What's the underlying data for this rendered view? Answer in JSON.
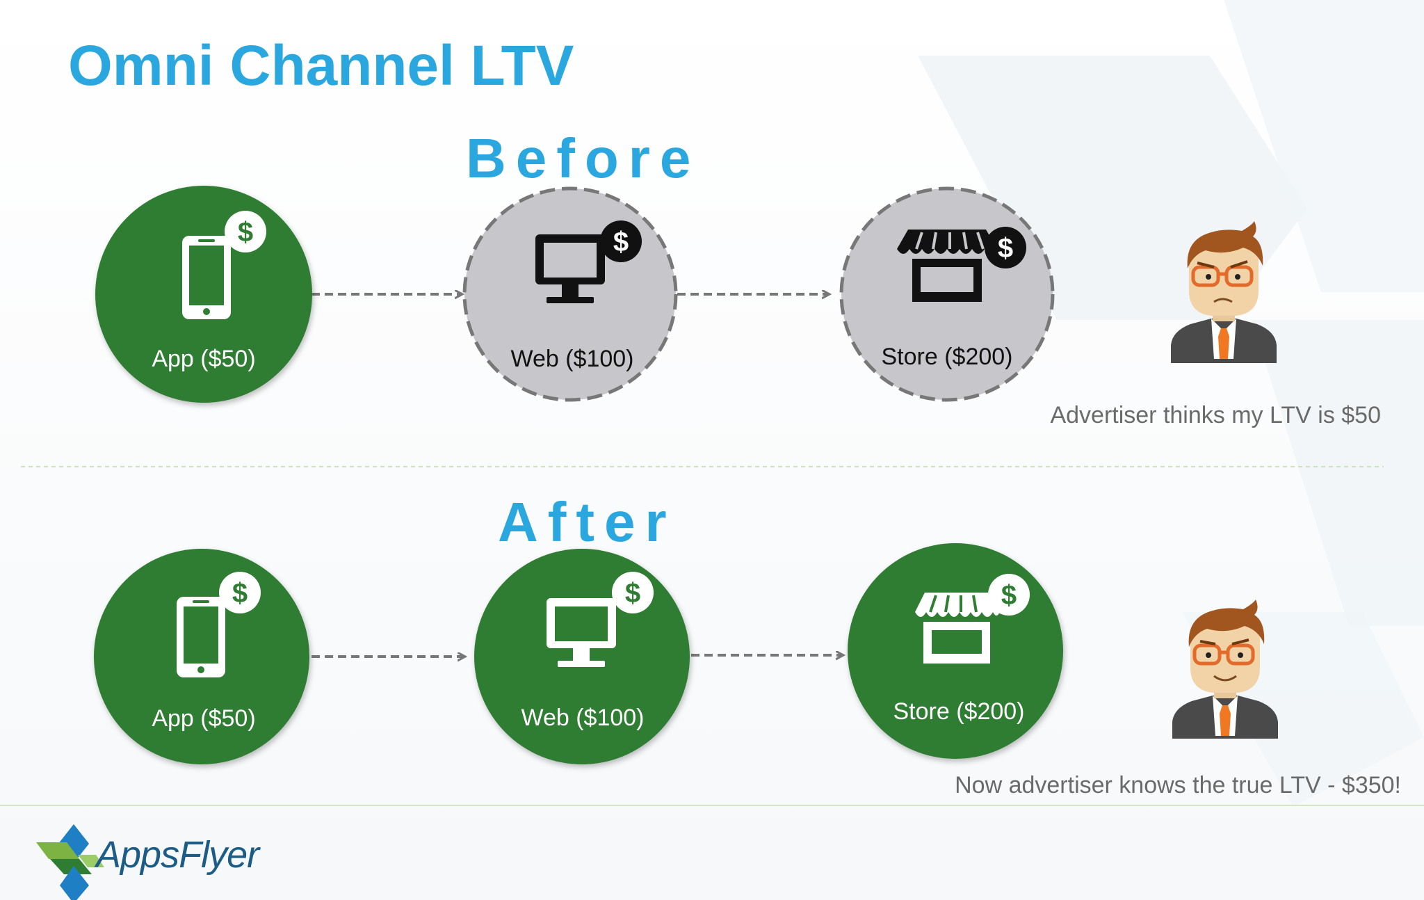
{
  "title": "Omni Channel LTV",
  "colors": {
    "accent": "#2aa7df",
    "green": "#2e7d32",
    "gray_node": "#c7c7cb",
    "caption": "#6a6a6a"
  },
  "before": {
    "heading": "Before",
    "nodes": [
      {
        "label": "App ($50)",
        "icon": "smartphone-icon",
        "badge": "$",
        "state": "tracked"
      },
      {
        "label": "Web ($100)",
        "icon": "monitor-icon",
        "badge": "$",
        "state": "untracked"
      },
      {
        "label": "Store ($200)",
        "icon": "storefront-icon",
        "badge": "$",
        "state": "untracked"
      }
    ],
    "caption": "Advertiser thinks my LTV is $50",
    "avatar": "confused-advertiser-icon"
  },
  "after": {
    "heading": "After",
    "nodes": [
      {
        "label": "App ($50)",
        "icon": "smartphone-icon",
        "badge": "$",
        "state": "tracked"
      },
      {
        "label": "Web ($100)",
        "icon": "monitor-icon",
        "badge": "$",
        "state": "tracked"
      },
      {
        "label": "Store ($200)",
        "icon": "storefront-icon",
        "badge": "$",
        "state": "tracked"
      }
    ],
    "caption": "Now advertiser knows the true LTV - $350!",
    "avatar": "happy-advertiser-icon"
  },
  "logo": {
    "text": "AppsFlyer"
  }
}
